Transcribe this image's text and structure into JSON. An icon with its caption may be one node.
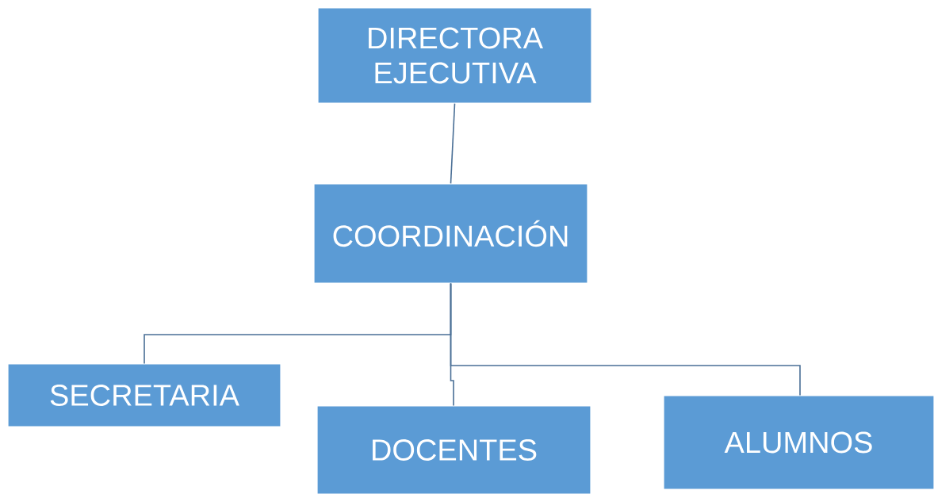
{
  "diagram": {
    "nodes": [
      {
        "text": [
          "DIRECTORA EJECUTIVA"
        ]
      },
      {
        "text": [
          "COORDINACIÓN"
        ]
      },
      {
        "text": [
          "SECRETARIA"
        ]
      },
      {
        "text": [
          "DOCENTES"
        ]
      },
      {
        "text": [
          "ALUMNOS"
        ]
      }
    ],
    "edges": [
      {
        "from": 0,
        "to": 1,
        "arrow": "none"
      },
      {
        "from": 1,
        "to": 2,
        "arrow": "none"
      },
      {
        "from": 1,
        "to": 3,
        "arrow": "none"
      },
      {
        "from": 1,
        "to": 4,
        "arrow": "none"
      }
    ]
  }
}
